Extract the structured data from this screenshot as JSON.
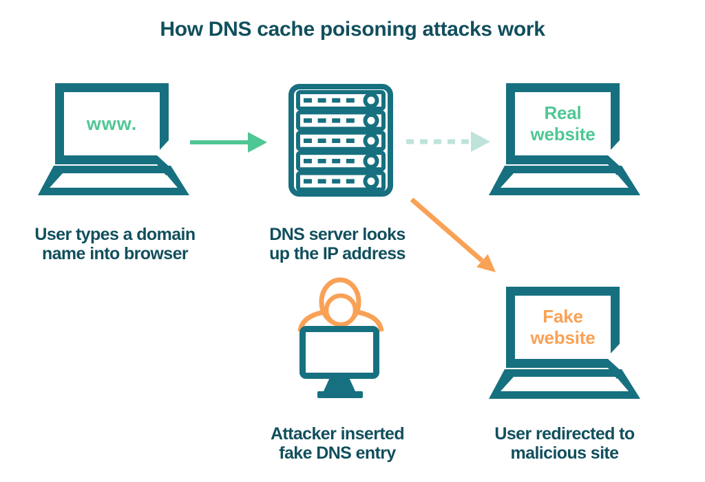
{
  "title": "How DNS cache poisoning attacks work",
  "palette": {
    "teal_icon": "#17707F",
    "teal_text": "#114F5D",
    "green": "#4FC794",
    "mint": "#BEE3DB",
    "orange": "#F9A155",
    "background": "#FFFFFF"
  },
  "nodes": {
    "user_laptop": {
      "icon": "laptop-icon",
      "screen_text": "www.",
      "caption_line1": "User types a domain",
      "caption_line2": "name into browser"
    },
    "dns_server": {
      "icon": "server-rack-icon",
      "caption_line1": "DNS server looks",
      "caption_line2": "up the IP address"
    },
    "real_website": {
      "icon": "laptop-icon",
      "screen_line1": "Real",
      "screen_line2": "website"
    },
    "attacker": {
      "icon": "hooded-attacker-at-monitor-icon",
      "caption_line1": "Attacker inserted",
      "caption_line2": "fake DNS entry"
    },
    "fake_website": {
      "icon": "laptop-icon",
      "screen_line1": "Fake",
      "screen_line2": "website",
      "caption_line1": "User redirected to",
      "caption_line2": "malicious site"
    }
  },
  "connections": [
    {
      "from": "user_laptop",
      "to": "dns_server",
      "style": "solid",
      "color": "#4FC794"
    },
    {
      "from": "dns_server",
      "to": "real_website",
      "style": "dashed",
      "color": "#BEE3DB"
    },
    {
      "from": "dns_server",
      "to": "fake_website",
      "style": "solid",
      "color": "#F9A155"
    }
  ]
}
